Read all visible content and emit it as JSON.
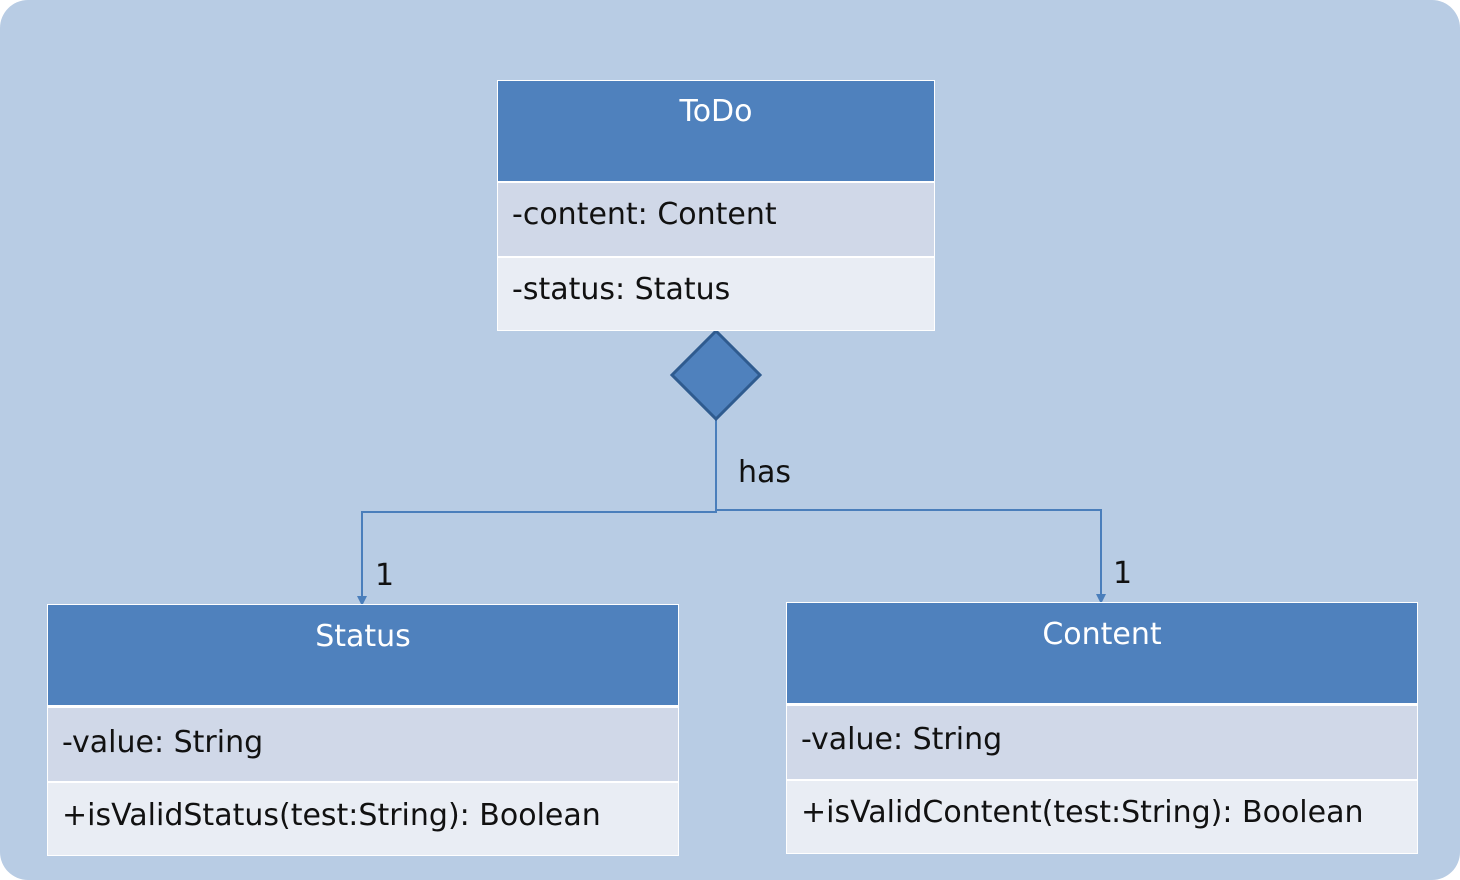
{
  "diagram": {
    "classes": {
      "todo": {
        "name": "ToDo",
        "attributes": [
          "-content: Content",
          "-status: Status"
        ]
      },
      "status": {
        "name": "Status",
        "attribute": "-value: String",
        "method": "+isValidStatus(test:String): Boolean"
      },
      "content": {
        "name": "Content",
        "attribute": "-value: String",
        "method": "+isValidContent(test:String): Boolean"
      }
    },
    "relation": {
      "type": "composition",
      "label": "has",
      "multiplicity_status": "1",
      "multiplicity_content": "1"
    },
    "colors": {
      "background": "#b8cce4",
      "header": "#4f81bd",
      "row_dark": "#d0d8e8",
      "row_light": "#e9edf4",
      "connector": "#4a7ebb"
    }
  }
}
